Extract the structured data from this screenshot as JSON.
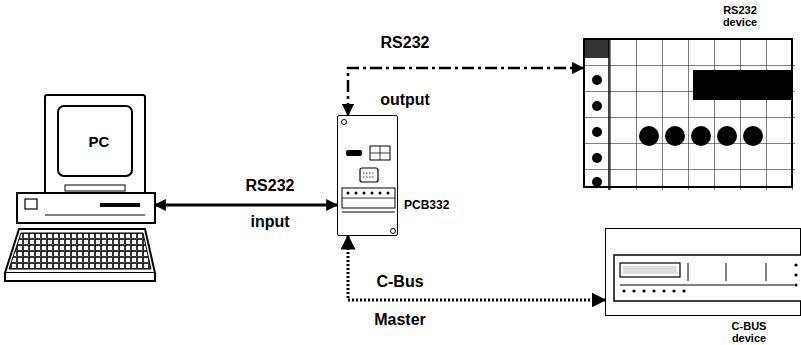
{
  "diagram": {
    "nodes": [
      {
        "text": [
          "PC"
        ]
      },
      {
        "text": [
          "PCB332"
        ]
      },
      {
        "text": [
          "RS232 device"
        ]
      },
      {
        "text": [
          "C-BUS device"
        ]
      }
    ],
    "edges": [
      {
        "from": 0,
        "to": 1,
        "arrow": "both",
        "label": "RS232"
      },
      {
        "from": 1,
        "to": 2,
        "arrow": "both",
        "label": "RS232"
      },
      {
        "from": 1,
        "to": 3,
        "arrow": "both",
        "label": "C-Bus"
      }
    ],
    "labels": [
      "input",
      "output",
      "Master"
    ]
  }
}
